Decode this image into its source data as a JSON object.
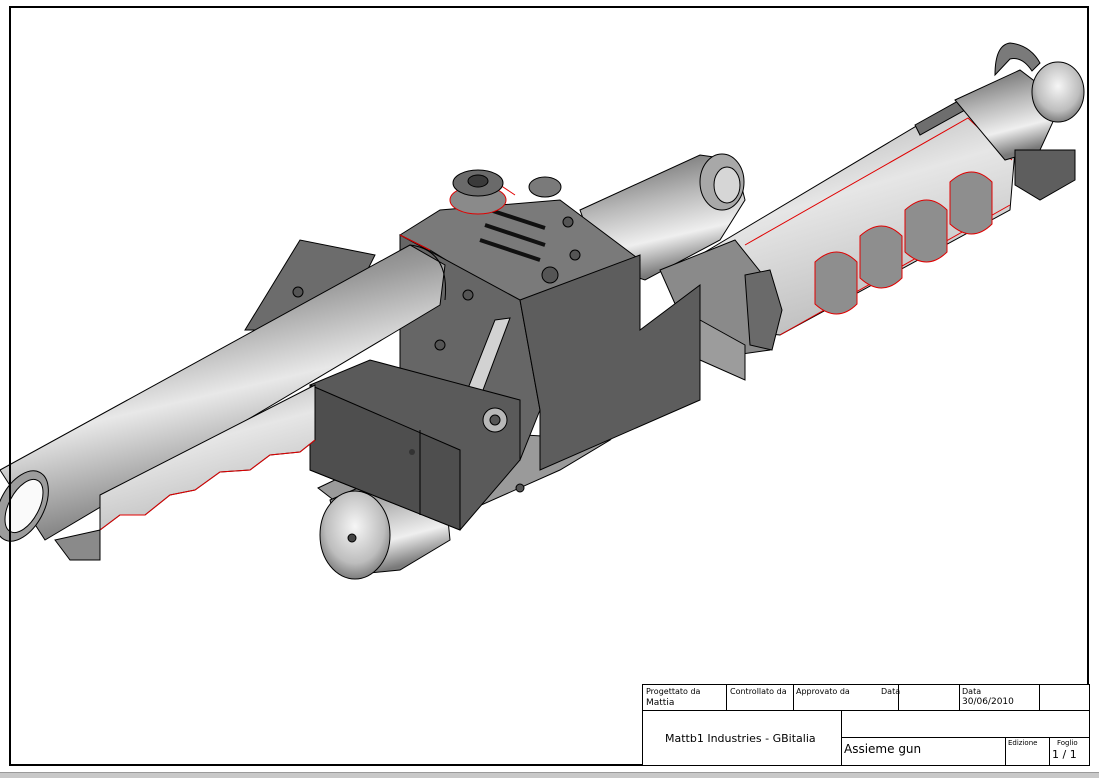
{
  "title_block": {
    "designed_by_label": "Progettato da",
    "designed_by": "Mattia",
    "checked_by_label": "Controllato da",
    "approved_by_label": "Approvato da",
    "date_label_1": "Data",
    "date_label_2": "Data",
    "date": "30/06/2010",
    "company": "Mattb1 Industries - GBitalia",
    "drawing_title": "Assieme gun",
    "edition_label": "Edizione",
    "sheet_label": "Foglio",
    "sheet_value": "1 / 1"
  },
  "colors": {
    "line": "#000000",
    "edge_highlight": "#e00000",
    "metal_dark": "#5e5e5e",
    "metal_mid": "#8a8a8a",
    "grip_light": "#d8d8d8"
  }
}
